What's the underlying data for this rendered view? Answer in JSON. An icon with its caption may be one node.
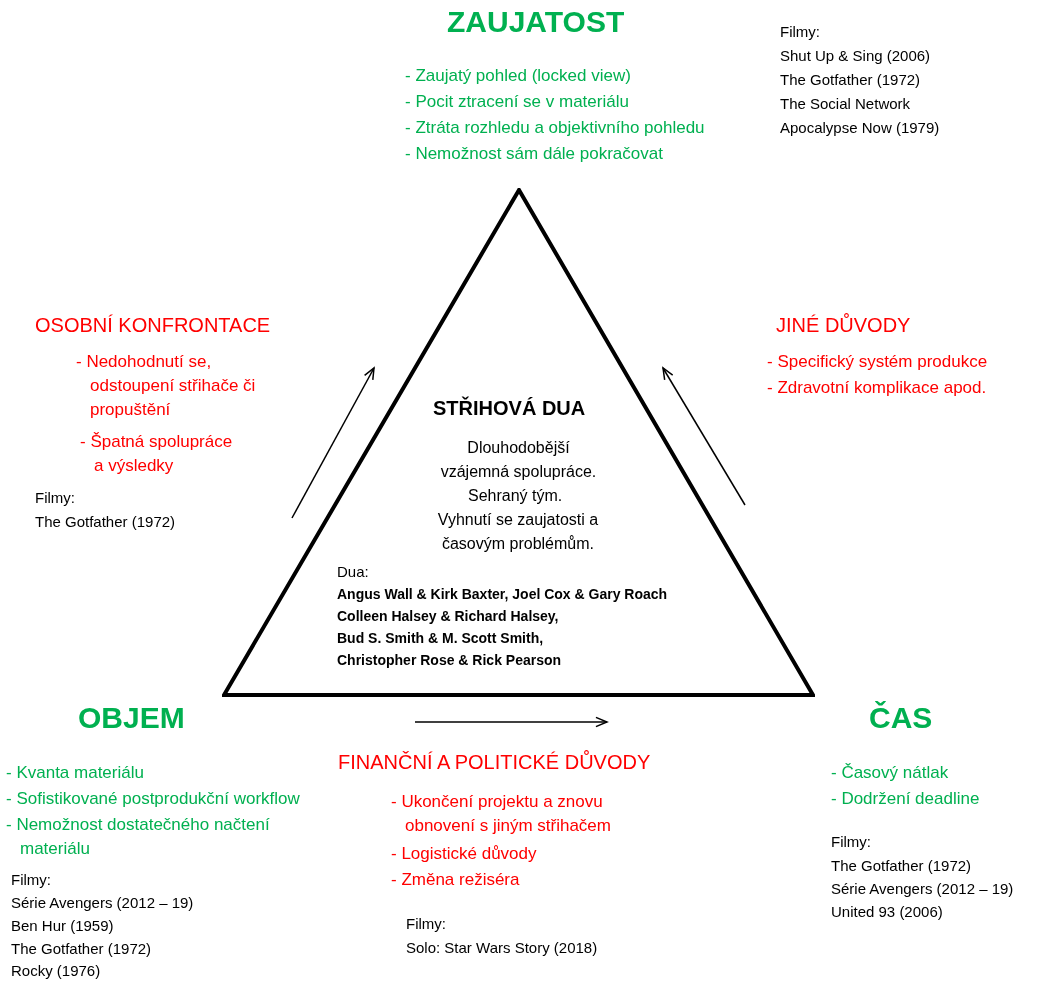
{
  "diagram": {
    "nodes": [
      {
        "text": [
          "STŘIHOVÁ DUA",
          "Dlouhodobější vzájemná spolupráce.",
          "Sehraný tým.",
          "Vyhnutí se zaujatosti a časovým problémům.",
          "Dua:",
          "Angus Wall & Kirk Baxter, Joel Cox & Gary Roach",
          "Colleen Halsey & Richard Halsey,",
          "Bud S. Smith & M. Scott Smith,",
          "Christopher  Rose & Rick Pearson"
        ]
      }
    ],
    "labels": [
      "ZAUJATOST",
      "- Zaujatý pohled (locked view)",
      "- Pocit ztracení se v materiálu",
      "- Ztráta rozhledu a objektivního pohledu",
      "- Nemožnost sám dále pokračovat",
      "Filmy:",
      "Shut Up & Sing (2006)",
      "The Gotfather (1972)",
      "The Social Network",
      "Apocalypse Now (1979)",
      "OSOBNÍ KONFRONTACE",
      "- Nedohodnutí se, odstoupení střihače či propuštění",
      "- Špatná spolupráce a výsledky",
      "Filmy:",
      "The Gotfather (1972)",
      "JINÉ DŮVODY",
      "- Specifický systém produkce",
      "- Zdravotní komplikace apod.",
      "OBJEM",
      "- Kvanta materiálu",
      "- Sofistikované postprodukční workflow",
      "- Nemožnost dostatečného načtení materiálu",
      "Filmy:",
      "Série Avengers (2012 – 19)",
      "Ben Hur (1959)",
      "The Gotfather (1972)",
      "Rocky  (1976)",
      "FINANČNÍ A POLITICKÉ DŮVODY",
      "- Ukončení projektu a znovu obnovení s jiným střihačem",
      "- Logistické důvody",
      "- Změna režiséra",
      "Filmy:",
      "Solo: Star Wars Story (2018)",
      "ČAS",
      "- Časový nátlak",
      "- Dodržení deadline",
      "Filmy:",
      "The Gotfather (1972)",
      "Série Avengers (2012 – 19)",
      "United 93 (2006)"
    ]
  }
}
